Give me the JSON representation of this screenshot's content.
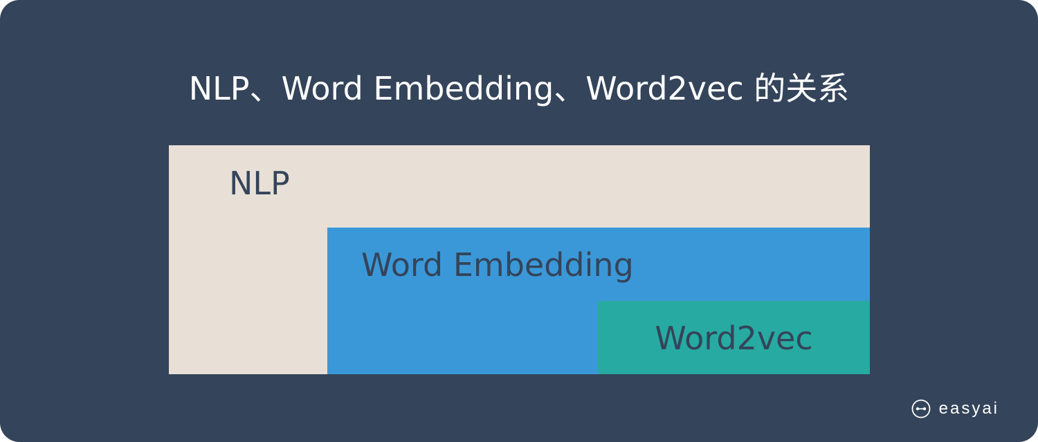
{
  "title": "NLP、Word Embedding、Word2vec 的关系",
  "colors": {
    "background": "#34445a",
    "nlp_box": "#e8e0d6",
    "word_embedding_box": "#3b98d8",
    "word2vec_box": "#27aaa1",
    "label_text": "#34445a",
    "title_text": "#ffffff"
  },
  "diagram": {
    "outer": {
      "label": "NLP"
    },
    "middle": {
      "label": "Word Embedding"
    },
    "inner": {
      "label": "Word2vec"
    }
  },
  "brand": {
    "name": "easyai",
    "icon": "easyai-logo-icon"
  }
}
